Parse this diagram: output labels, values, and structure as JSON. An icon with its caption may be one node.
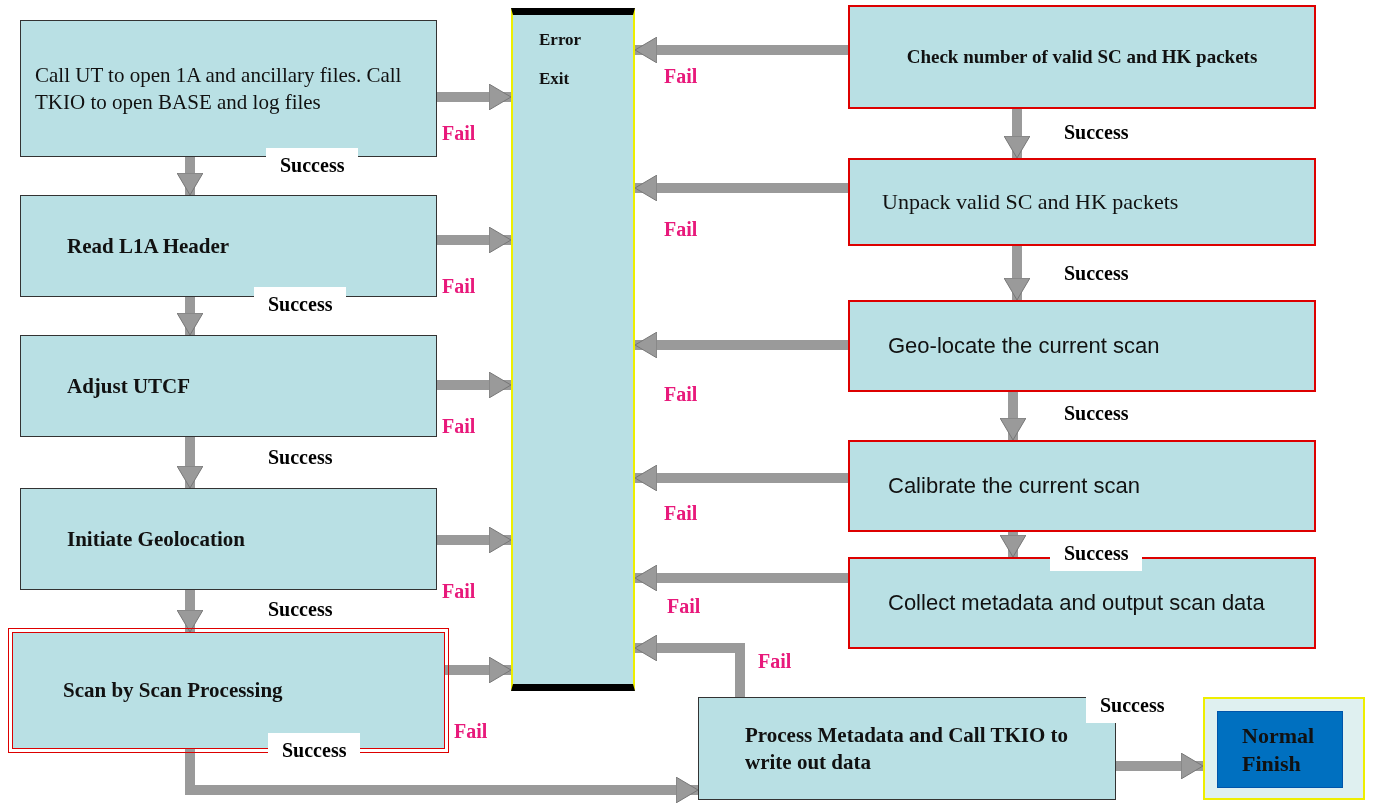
{
  "diagram": {
    "nodes": [
      {
        "text": [
          "Call UT to open 1A and ancillary files. Call TKIO to open BASE and log files"
        ]
      },
      {
        "text": [
          "Read L1A Header"
        ]
      },
      {
        "text": [
          "Adjust UTCF"
        ]
      },
      {
        "text": [
          "Initiate Geolocation"
        ]
      },
      {
        "text": [
          "Scan by Scan Processing"
        ]
      },
      {
        "text": [
          "Error",
          "Exit"
        ]
      },
      {
        "text": [
          "Check number of valid SC and HK packets"
        ]
      },
      {
        "text": [
          "Unpack  valid SC and HK packets"
        ]
      },
      {
        "text": [
          "Geo-locate the current scan"
        ]
      },
      {
        "text": [
          "Calibrate the current scan"
        ]
      },
      {
        "text": [
          "Collect metadata and output scan data"
        ]
      },
      {
        "text": [
          "Process Metadata and Call TKIO to write out data"
        ]
      },
      {
        "text": [],
        "shape": "box"
      },
      {
        "text": [
          "Normal Finish"
        ],
        "in": 12
      }
    ],
    "edges": [
      {
        "from": 0,
        "to": 1,
        "arrow": "to",
        "label": "Success"
      },
      {
        "from": 1,
        "to": 2,
        "arrow": "to",
        "label": "Success"
      },
      {
        "from": 2,
        "to": 3,
        "arrow": "to",
        "label": "Success"
      },
      {
        "from": 3,
        "to": 4,
        "arrow": "to",
        "label": "Success"
      },
      {
        "from": 4,
        "to": 11,
        "arrow": "to",
        "label": "Success"
      },
      {
        "from": 0,
        "to": 5,
        "arrow": "to",
        "label": "Fail"
      },
      {
        "from": 1,
        "to": 5,
        "arrow": "to",
        "label": "Fail"
      },
      {
        "from": 2,
        "to": 5,
        "arrow": "to",
        "label": "Fail"
      },
      {
        "from": 3,
        "to": 5,
        "arrow": "to",
        "label": "Fail"
      },
      {
        "from": 4,
        "to": 5,
        "arrow": "to",
        "label": "Fail"
      },
      {
        "from": 6,
        "to": 5,
        "arrow": "to",
        "label": "Fail"
      },
      {
        "from": 6,
        "to": 7,
        "arrow": "to",
        "label": "Success"
      },
      {
        "from": 7,
        "to": 5,
        "arrow": "to",
        "label": "Fail"
      },
      {
        "from": 7,
        "to": 8,
        "arrow": "to",
        "label": "Success"
      },
      {
        "from": 8,
        "to": 5,
        "arrow": "to",
        "label": "Fail"
      },
      {
        "from": 8,
        "to": 9,
        "arrow": "to",
        "label": "Success"
      },
      {
        "from": 9,
        "to": 5,
        "arrow": "to",
        "label": "Fail"
      },
      {
        "from": 9,
        "to": 10,
        "arrow": "to",
        "label": "Success"
      },
      {
        "from": 10,
        "to": 5,
        "arrow": "to",
        "label": "Fail"
      },
      {
        "from": 11,
        "to": 5,
        "arrow": "to",
        "label": "Fail"
      },
      {
        "from": 11,
        "to": 12,
        "arrow": "to",
        "label": "Success"
      }
    ]
  }
}
